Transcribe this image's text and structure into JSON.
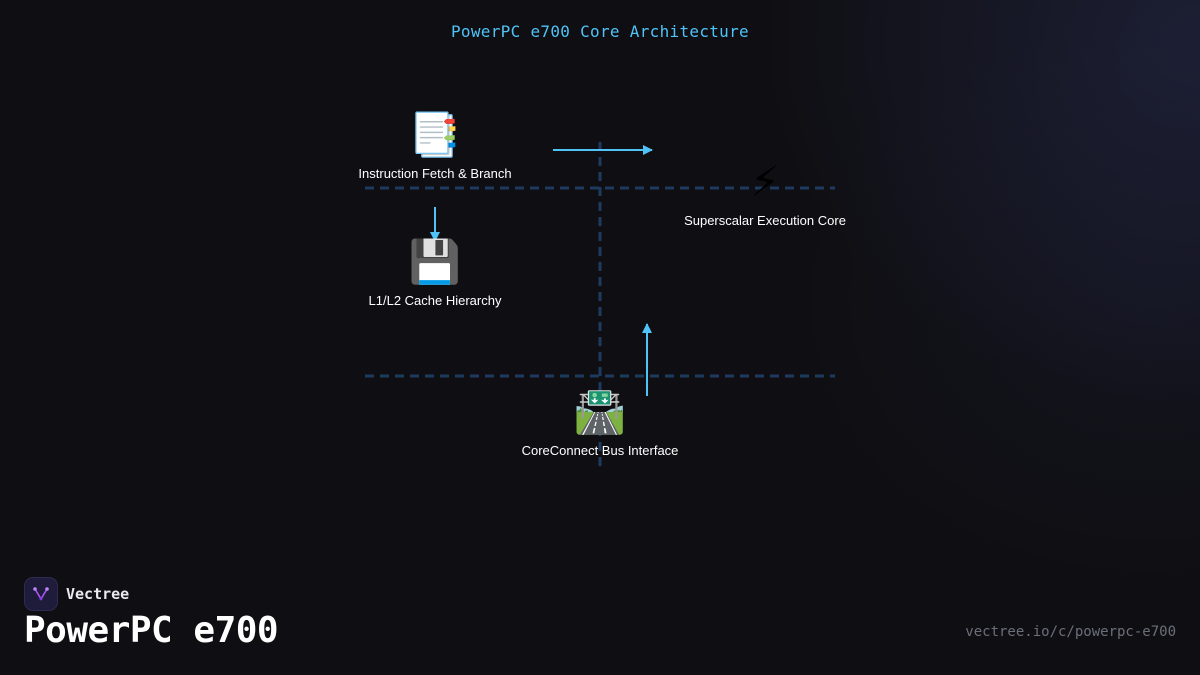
{
  "diagram": {
    "title": "PowerPC e700 Core Architecture",
    "nodes": [
      {
        "id": "fetch",
        "icon": "bookmark-tabs-icon",
        "glyph": "📑",
        "label": "Instruction Fetch & Branch"
      },
      {
        "id": "exec",
        "icon": "lightning-icon",
        "glyph": "⚡",
        "label": "Superscalar Execution Core"
      },
      {
        "id": "cache",
        "icon": "floppy-disk-icon",
        "glyph": "💾",
        "label": "L1/L2 Cache Hierarchy"
      },
      {
        "id": "bus",
        "icon": "motorway-icon",
        "glyph": "🛣️",
        "label": "CoreConnect Bus Interface"
      }
    ],
    "edges": [
      {
        "from": "fetch",
        "to": "exec"
      },
      {
        "from": "fetch",
        "to": "cache"
      },
      {
        "from": "bus",
        "to": "exec"
      }
    ],
    "colors": {
      "accent": "#4fc3f7",
      "dashed_lines": "#1e3a5f",
      "background": "#0f0f13",
      "label": "#ffffff"
    }
  },
  "brand": {
    "name": "Vectree",
    "logo_icon": "vectree-logo-icon",
    "logo_color": "#a855f7"
  },
  "footer": {
    "title": "PowerPC e700",
    "url": "vectree.io/c/powerpc-e700"
  }
}
